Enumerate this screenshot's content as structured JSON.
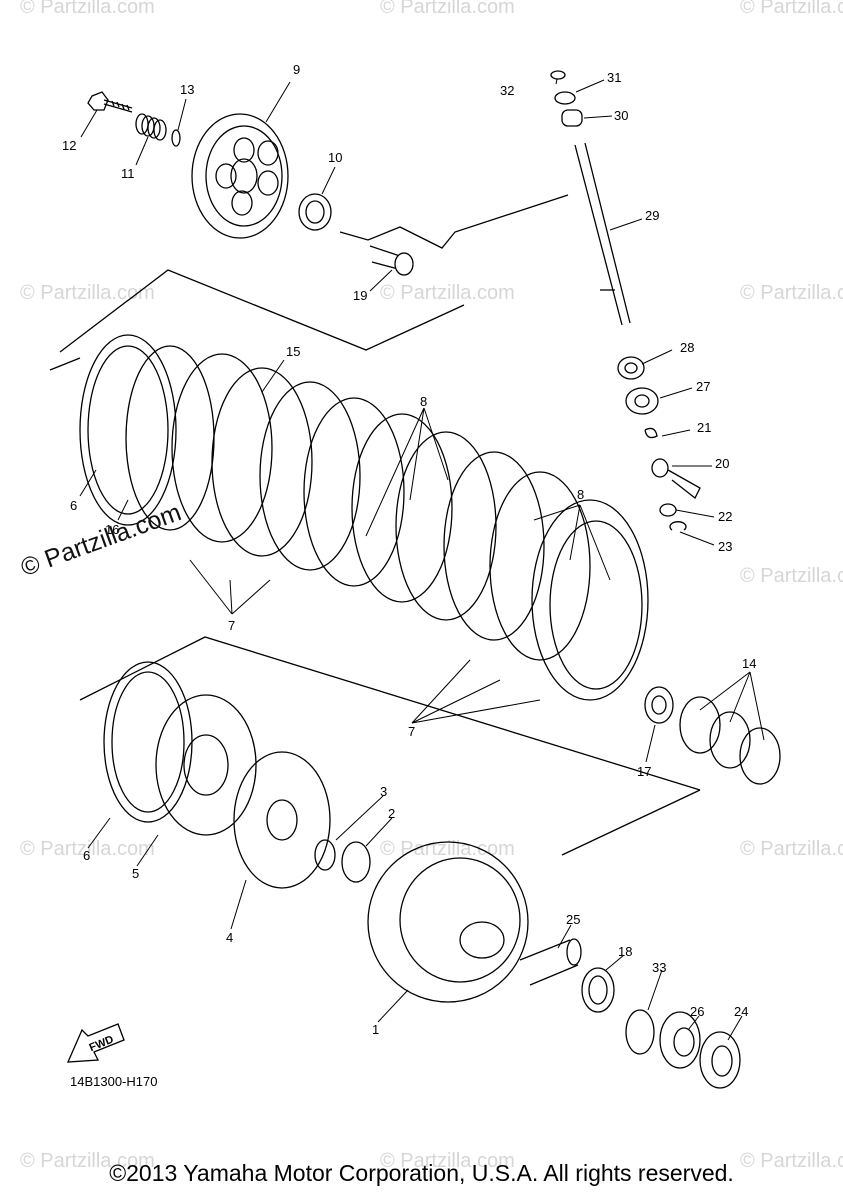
{
  "watermark": "© Partzilla.com",
  "diagram_code": "14B1300-H170",
  "copyright": "©2013 Yamaha Motor Corporation, U.S.A. All rights reserved.",
  "fwd_label": "FWD",
  "parts": {
    "p1": "1",
    "p2": "2",
    "p3": "3",
    "p4": "4",
    "p5": "5",
    "p6a": "6",
    "p6b": "6",
    "p7a": "7",
    "p7b": "7",
    "p8a": "8",
    "p8b": "8",
    "p9": "9",
    "p10": "10",
    "p11": "11",
    "p12": "12",
    "p13": "13",
    "p14": "14",
    "p15": "15",
    "p16": "16",
    "p17": "17",
    "p18": "18",
    "p19": "19",
    "p20": "20",
    "p21": "21",
    "p22": "22",
    "p23": "23",
    "p24": "24",
    "p25": "25",
    "p26": "26",
    "p27": "27",
    "p28": "28",
    "p29": "29",
    "p30": "30",
    "p31": "31",
    "p32": "32",
    "p33": "33"
  }
}
